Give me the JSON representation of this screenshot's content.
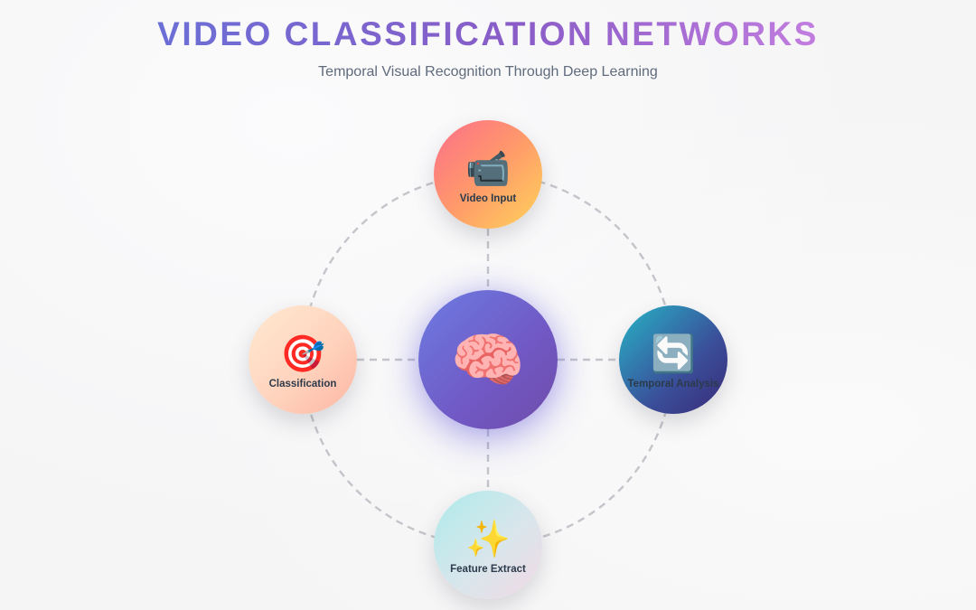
{
  "header": {
    "title": "VIDEO CLASSIFICATION NETWORKS",
    "subtitle": "Temporal Visual Recognition Through Deep Learning"
  },
  "center": {
    "icon": "brain-icon",
    "glyph": "🧠",
    "color": "#6f5ccc"
  },
  "nodes": [
    {
      "label": "Video Input",
      "icon": "video-camera-icon",
      "glyph": "📹",
      "colors": [
        "#fc6e8a",
        "#ffd35a"
      ]
    },
    {
      "label": "Temporal Analysis",
      "icon": "cycle-arrows-icon",
      "glyph": "🔄",
      "colors": [
        "#27b5c6",
        "#3a2a78"
      ]
    },
    {
      "label": "Feature Extract",
      "icon": "sparkles-icon",
      "glyph": "✨",
      "colors": [
        "#aeeaea",
        "#f3d9e4"
      ]
    },
    {
      "label": "Classification",
      "icon": "target-icon",
      "glyph": "🎯",
      "colors": [
        "#ffe9d2",
        "#fcb6a3"
      ]
    }
  ]
}
